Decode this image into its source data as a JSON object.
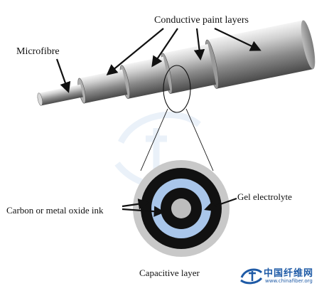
{
  "labels": {
    "conductive": "Conductive paint layers",
    "microfibre": "Microfibre",
    "carbon": "Carbon or metal oxide ink",
    "gel": "Gel electrolyte",
    "capacitive": "Capacitive layer"
  },
  "watermark": {
    "chinese": "中国纤维网",
    "url": "www.chinafiber.org"
  },
  "colors": {
    "outer_ring": "#c8c8c8",
    "ink": "#111111",
    "gel": "#a9c6ea",
    "core": "#bdbdbd",
    "watermark": "#1e5aa6"
  },
  "icons": [
    "arrow-icon",
    "magnifier-lens-icon",
    "chinafiber-logo-icon"
  ]
}
